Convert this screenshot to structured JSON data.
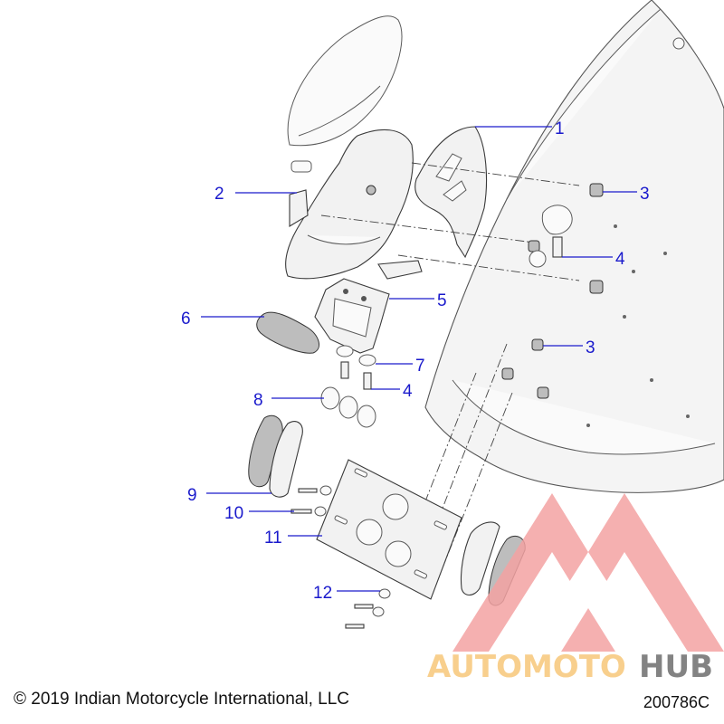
{
  "diagram": {
    "callouts": [
      {
        "id": "c1",
        "label": "1"
      },
      {
        "id": "c2",
        "label": "2"
      },
      {
        "id": "c3a",
        "label": "3"
      },
      {
        "id": "c4a",
        "label": "4"
      },
      {
        "id": "c5",
        "label": "5"
      },
      {
        "id": "c6",
        "label": "6"
      },
      {
        "id": "c3b",
        "label": "3"
      },
      {
        "id": "c7",
        "label": "7"
      },
      {
        "id": "c4b",
        "label": "4"
      },
      {
        "id": "c8",
        "label": "8"
      },
      {
        "id": "c9",
        "label": "9"
      },
      {
        "id": "c10",
        "label": "10"
      },
      {
        "id": "c11",
        "label": "11"
      },
      {
        "id": "c12",
        "label": "12"
      }
    ],
    "copyright": "© 2019 Indian Motorcycle International, LLC",
    "drawing_number": "200786C"
  },
  "watermark": {
    "part1": "AUTOMOTO",
    "part2": "HUB",
    "color_primary": "#f4a3a3",
    "color_secondary": "#f7c77a",
    "color_dark": "#6e6e6e"
  },
  "colors": {
    "callout": "#1a1acc",
    "line": "#3a3a3a"
  }
}
